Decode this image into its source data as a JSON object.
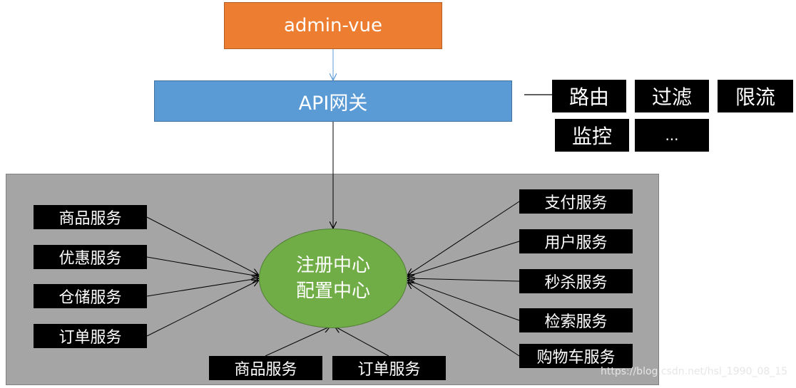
{
  "top": {
    "label": "admin-vue"
  },
  "gateway": {
    "label": "API网关"
  },
  "gateway_features": [
    "路由",
    "过滤",
    "限流",
    "监控",
    "..."
  ],
  "center": {
    "line1": "注册中心",
    "line2": "配置中心"
  },
  "left_services": [
    "商品服务",
    "优惠服务",
    "仓储服务",
    "订单服务"
  ],
  "bottom_services": [
    "商品服务",
    "订单服务"
  ],
  "right_services": [
    "支付服务",
    "用户服务",
    "秒杀服务",
    "检索服务",
    "购物车服务"
  ],
  "watermark": "https://blog.csdn.net/hsl_1990_08_15",
  "colors": {
    "admin": "#ed7d31",
    "gateway": "#5b9bd5",
    "center": "#70ad47",
    "cluster": "#a5a5a5",
    "service": "#000000"
  }
}
